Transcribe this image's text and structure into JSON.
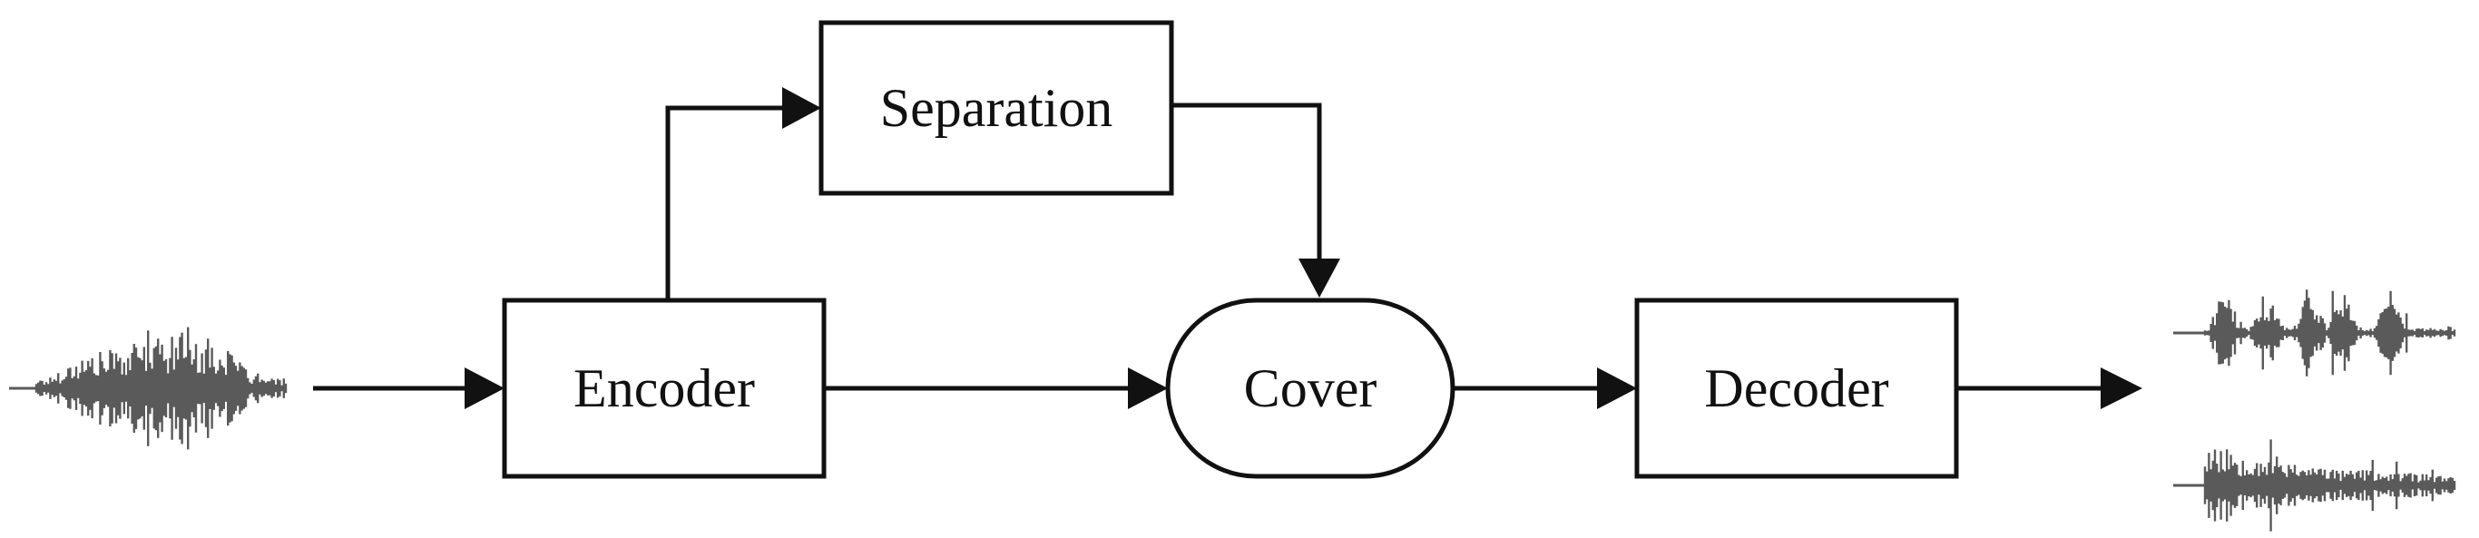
{
  "diagram": {
    "nodes": {
      "separation": {
        "label": "Separation",
        "shape": "rectangle"
      },
      "encoder": {
        "label": "Encoder",
        "shape": "rectangle"
      },
      "cover": {
        "label": "Cover",
        "shape": "rounded-capsule"
      },
      "decoder": {
        "label": "Decoder",
        "shape": "rectangle"
      }
    },
    "edges": [
      {
        "from": "input-waveform",
        "to": "encoder"
      },
      {
        "from": "encoder",
        "to": "separation"
      },
      {
        "from": "separation",
        "to": "cover"
      },
      {
        "from": "encoder",
        "to": "cover"
      },
      {
        "from": "cover",
        "to": "decoder"
      },
      {
        "from": "decoder",
        "to": "output-waveforms"
      }
    ],
    "waveforms": {
      "input": "mixed-audio-waveform",
      "outputs": [
        "separated-waveform-1",
        "separated-waveform-2"
      ]
    },
    "colors": {
      "stroke": "#111111",
      "waveform": "#5a5a5a",
      "background": "#ffffff"
    }
  }
}
